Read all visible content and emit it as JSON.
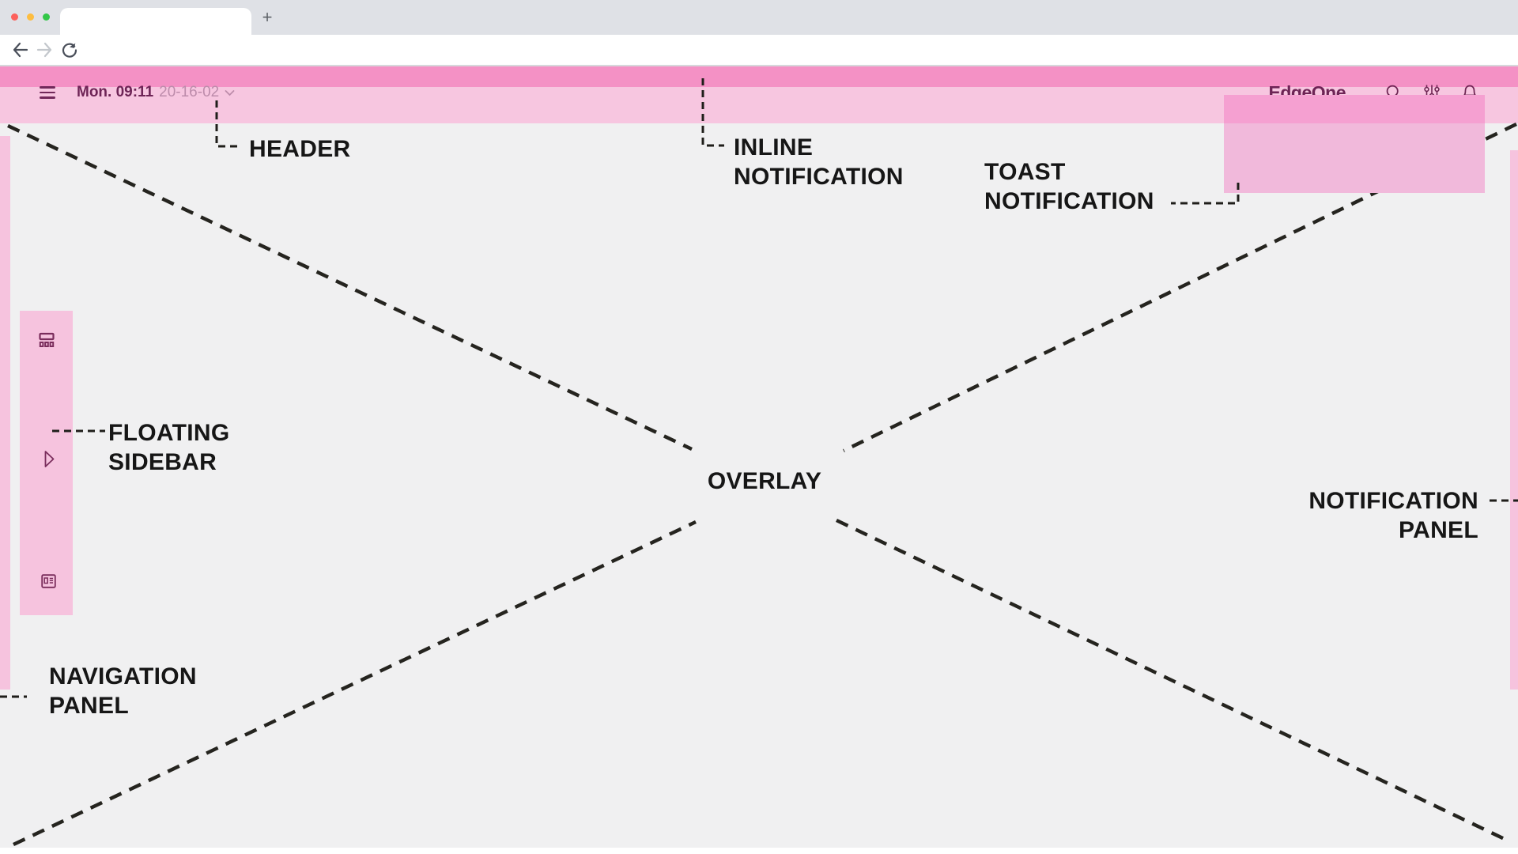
{
  "window": {
    "tab_title": "",
    "new_tab_button": "+",
    "url_value": "",
    "traffic_lights": [
      "#FC615C",
      "#FDBD40",
      "#33C748"
    ]
  },
  "app_header": {
    "menu_icon": "hamburger-icon",
    "datetime": {
      "primary": "Mon. 09:11",
      "secondary": "20-16-02",
      "expand_icon": "chevron-down-icon"
    },
    "brand": "EdgeOne",
    "action_icons": [
      "search-icon",
      "sliders-icon",
      "bell-icon"
    ]
  },
  "floating_sidebar": {
    "icons": [
      "dashboard-icon",
      "expand-icon",
      "news-icon"
    ]
  },
  "annotations": {
    "header": "HEADER",
    "inline_notification": "INLINE\nNOTIFICATION",
    "toast_notification": "TOAST\nNOTIFICATION",
    "floating_sidebar": "FLOATING\nSIDEBAR",
    "navigation_panel": "NAVIGATION\nPANEL",
    "overlay": "OVERLAY",
    "notification_panel": "NOTIFICATION\nPANEL"
  },
  "colors": {
    "band_dark": "#F491C5",
    "band_light": "#F7C6E0",
    "panel_pink": "#F6C3DE",
    "toast_over_band": "#F5A0D1",
    "toast_over_bg": "#F1B9DB",
    "content_bg": "#F0F0F1",
    "brand_maroon": "#6E2456",
    "label_ink": "#161616"
  }
}
